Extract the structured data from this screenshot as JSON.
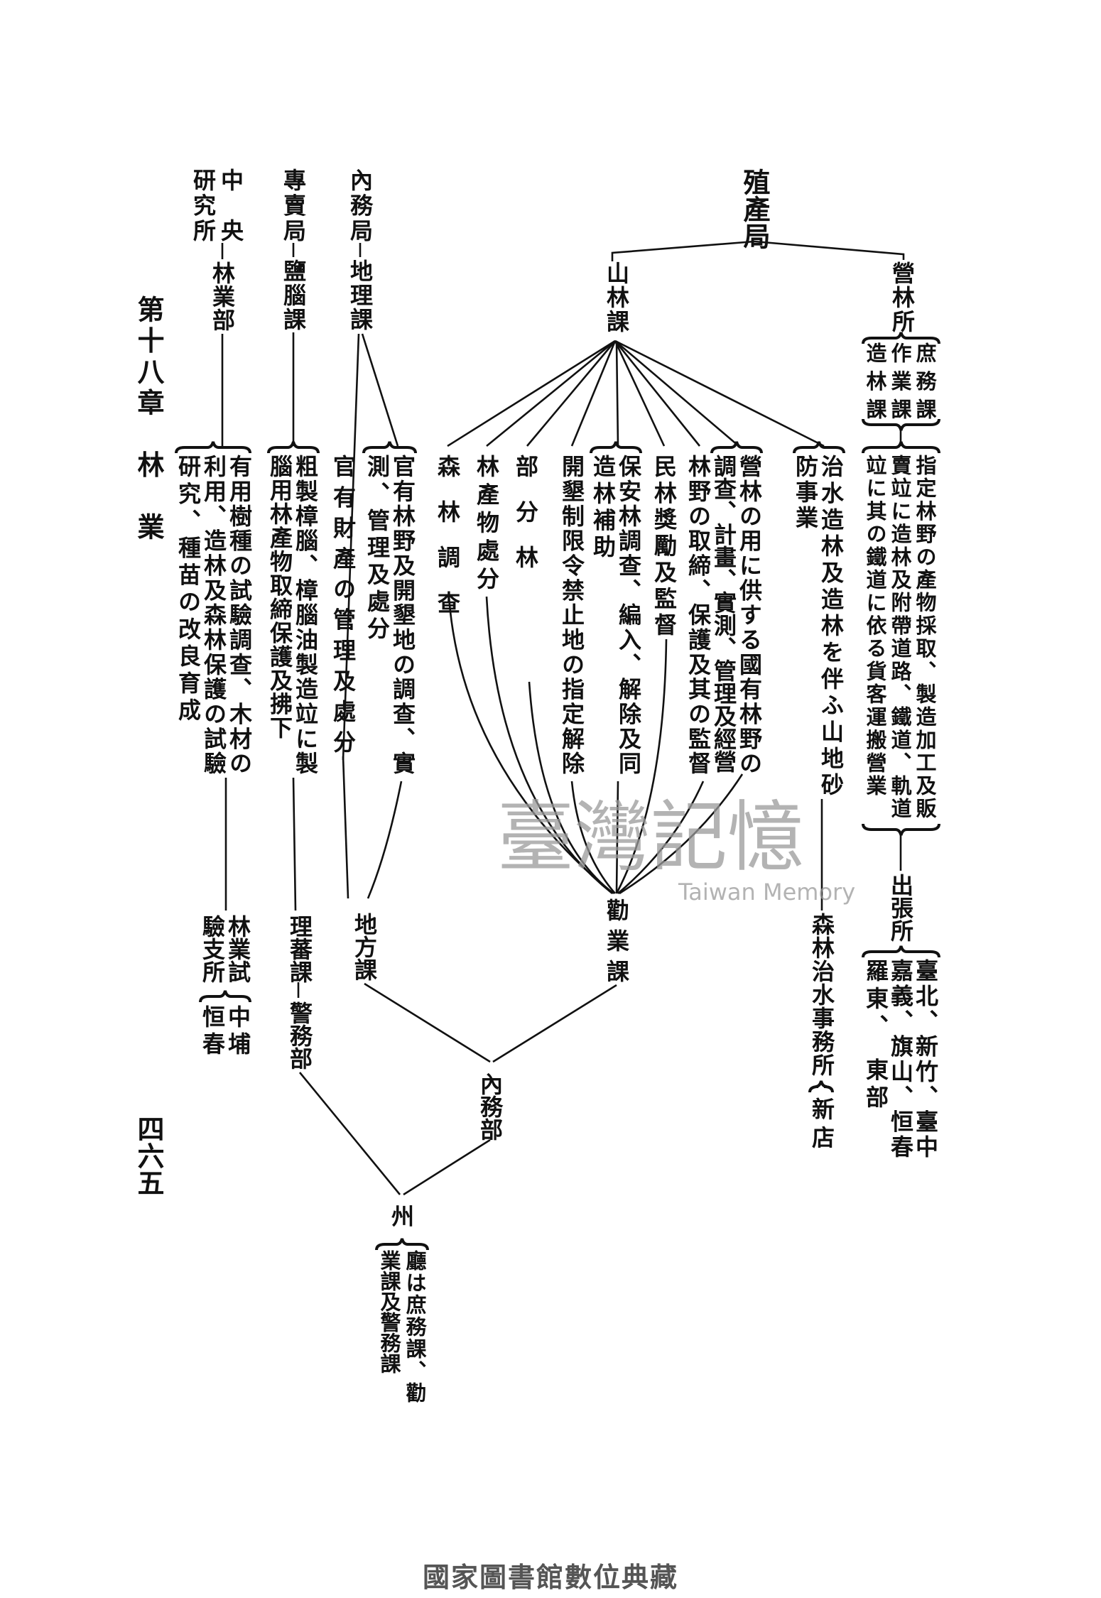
{
  "chapter": {
    "title": "第十八章　林　業",
    "page_number": "四六五"
  },
  "shokusan": {
    "bureau": "殖產局",
    "eirinsho": "營林所",
    "eirinsho_sections": [
      "庶務課",
      "作業課",
      "造林課"
    ],
    "eirinsho_duties": [
      "指定林野の產物採取、製造加工及販",
      "賣竝に造林及附帶道路、鐵道、軌道",
      "竝に其の鐵道に依る貨客運搬營業"
    ],
    "branch_office": "出張所",
    "branch_locations": [
      "臺北、新竹、臺中",
      "嘉義、旗山、恒春",
      "羅東、　東部"
    ],
    "sanrinka": "山林課",
    "sanrinka_duties": {
      "chisui": [
        "治水造林及造林を伴ふ山地砂",
        "防事業"
      ],
      "kokuyu": [
        "營林の用に供する國有林野の",
        "調查、計畫、實測、管理及經營"
      ],
      "torishimari": "林野の取締、保護及其の監督",
      "minrin": "民林獎勵及監督",
      "hoan": [
        "保安林調查、編入、解除及同",
        "造林補助"
      ],
      "kaikon": "開墾制限令禁止地の指定解除",
      "bubunrin": "部　分　林",
      "sanbutsu": "林產物處分",
      "chosa": "森　林　調　查"
    },
    "chisui_office": "森林治水事務所",
    "chisui_office_location": "新店"
  },
  "naimu": {
    "bureau": "內務局",
    "section": "地理課",
    "duties_forest": [
      "官有林野及開墾地の調查、實",
      "測、管理及處分"
    ],
    "duties_property": "官有財產の管理及處分"
  },
  "senbai": {
    "bureau": "專賣局",
    "section": "鹽腦課",
    "duties": [
      "粗製樟腦、樟腦油製造竝に製",
      "腦用林產物取締保護及拂下"
    ]
  },
  "kenkyu": {
    "institute": [
      "中　央",
      "研究所"
    ],
    "division": "林業部",
    "duties": [
      "有用樹種の試驗調查、木材の",
      "利用、造林及森林保護の試驗",
      "研究、種苗の改良育成"
    ],
    "station": [
      "林業試",
      "驗支所"
    ],
    "station_locations": [
      "中埔",
      "恒春"
    ]
  },
  "local": {
    "kangyo": "勸業課",
    "chiho": "地方課",
    "riban": "理蕃課",
    "keimu": "警務部",
    "naimubu": "內務部",
    "shu": "州",
    "cho_note": [
      "廳は庶務課、勸",
      "業課及警務課"
    ]
  },
  "watermark": {
    "title": "臺灣記憶",
    "subtitle": "Taiwan Memory"
  },
  "footer": "國家圖書館數位典藏"
}
